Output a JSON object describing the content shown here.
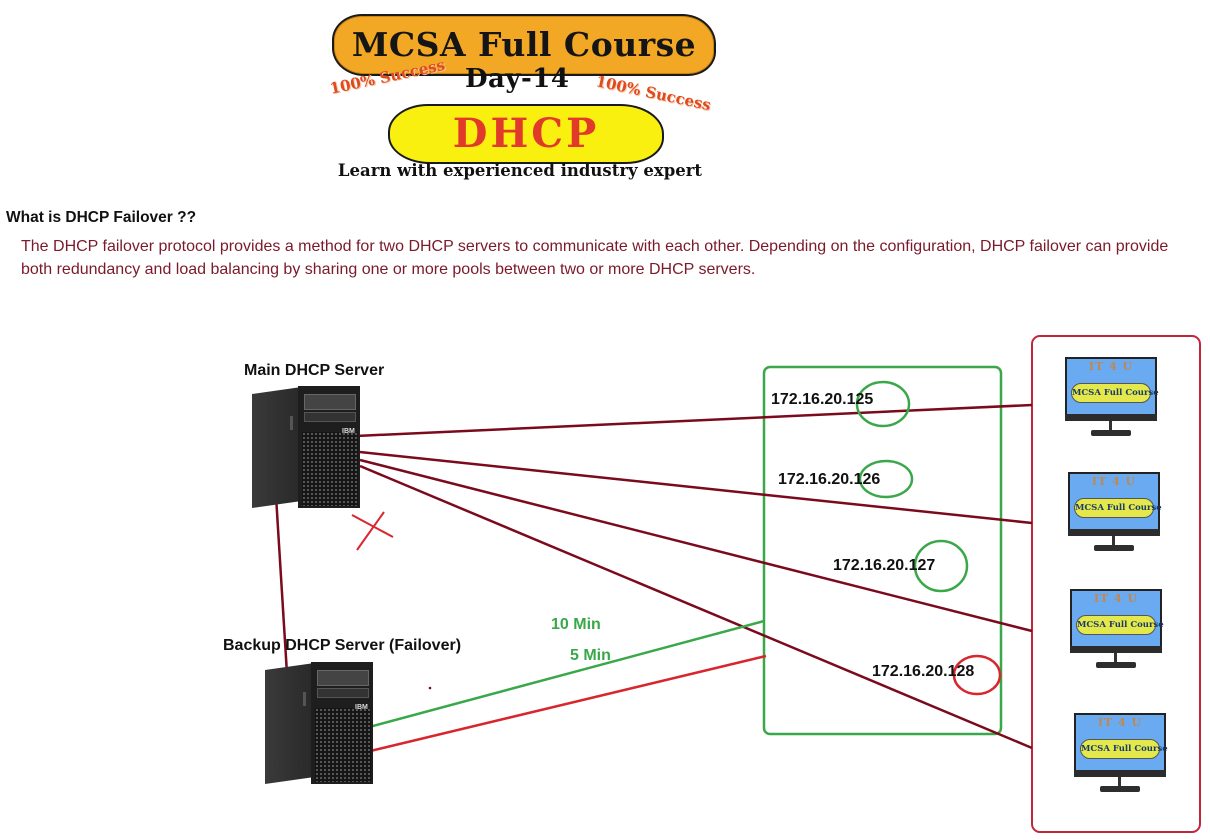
{
  "banner": {
    "course_title": "MCSA Full Course",
    "day": "Day-14",
    "success_left": "100% Success",
    "success_right": "100% Success",
    "topic": "DHCP",
    "tagline": "Learn with experienced industry expert"
  },
  "section": {
    "question": "What is DHCP Failover ??",
    "description": "The DHCP failover protocol provides a method for two DHCP servers to communicate with each other. Depending on the configuration, DHCP failover can provide both redundancy and load balancing by sharing one or more pools between two or more DHCP servers."
  },
  "diagram": {
    "main_server_label": "Main DHCP Server",
    "backup_server_label": "Backup DHCP Server (Failover)",
    "main_server_status": "failed",
    "lease_times": {
      "green": "10 Min",
      "red": "5 Min"
    },
    "ip_addresses": [
      {
        "address": "172.16.20.125",
        "highlight": "green"
      },
      {
        "address": "172.16.20.126",
        "highlight": "green"
      },
      {
        "address": "172.16.20.127",
        "highlight": "green"
      },
      {
        "address": "172.16.20.128",
        "highlight": "red"
      }
    ],
    "clients": [
      {
        "brand": "IT 4 U",
        "screen_text": "MCSA Full Course"
      },
      {
        "brand": "IT 4 U",
        "screen_text": "MCSA Full Course"
      },
      {
        "brand": "IT 4 U",
        "screen_text": "MCSA Full Course"
      },
      {
        "brand": "IT 4 U",
        "screen_text": "MCSA Full Course"
      }
    ],
    "colors": {
      "link": "#7a0a1c",
      "green": "#3aa84a",
      "red": "#d8262e",
      "client_box": "#c0283a"
    }
  }
}
